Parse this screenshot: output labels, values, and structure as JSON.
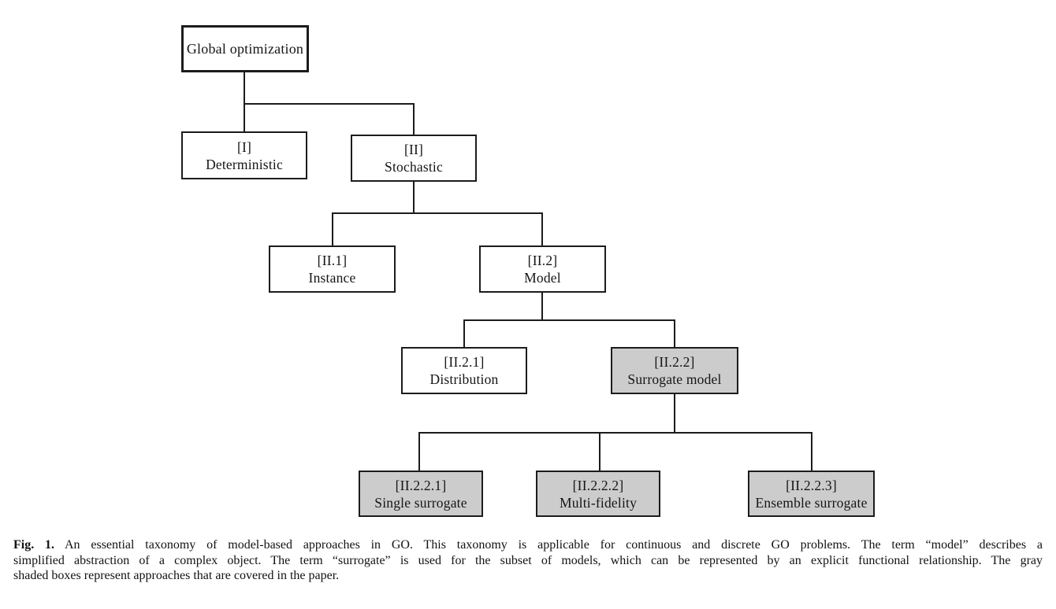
{
  "figure": {
    "background": "#ffffff",
    "colors": {
      "box_border": "#1c1c1c",
      "shaded_fill": "#cccccc",
      "unshaded_fill": "#ffffff",
      "text": "#151515"
    },
    "diagram": {
      "type": "tree",
      "description": "Taxonomy tree of global optimization approaches",
      "nodes": [
        {
          "id": "global",
          "code": "",
          "label": "Global optimization",
          "shaded": false,
          "parent": null
        },
        {
          "id": "deterministic",
          "code": "[I]",
          "label": "Deterministic",
          "shaded": false,
          "parent": "global"
        },
        {
          "id": "stochastic",
          "code": "[II]",
          "label": "Stochastic",
          "shaded": false,
          "parent": "global"
        },
        {
          "id": "instance",
          "code": "[II.1]",
          "label": "Instance",
          "shaded": false,
          "parent": "stochastic"
        },
        {
          "id": "model",
          "code": "[II.2]",
          "label": "Model",
          "shaded": false,
          "parent": "stochastic"
        },
        {
          "id": "distribution",
          "code": "[II.2.1]",
          "label": "Distribution",
          "shaded": false,
          "parent": "model"
        },
        {
          "id": "surrogate_model",
          "code": "[II.2.2]",
          "label": "Surrogate model",
          "shaded": true,
          "parent": "model"
        },
        {
          "id": "single_surrogate",
          "code": "[II.2.2.1]",
          "label": "Single surrogate",
          "shaded": true,
          "parent": "surrogate_model"
        },
        {
          "id": "multi_fidelity",
          "code": "[II.2.2.2]",
          "label": "Multi-fidelity",
          "shaded": true,
          "parent": "surrogate_model"
        },
        {
          "id": "ensemble_surrogate",
          "code": "[II.2.2.3]",
          "label": "Ensemble surrogate",
          "shaded": true,
          "parent": "surrogate_model"
        }
      ]
    },
    "caption": {
      "fig_label": "Fig. 1.",
      "line1": "An essential taxonomy of model-based approaches in GO. This taxonomy is applicable for continuous and discrete GO problems. The term “model” describes a",
      "line2": "simplified abstraction of a complex object. The term “surrogate” is used for the subset of models, which can be represented by an explicit functional relationship. The gray",
      "line3": "shaded boxes represent approaches that are covered in the paper."
    }
  }
}
